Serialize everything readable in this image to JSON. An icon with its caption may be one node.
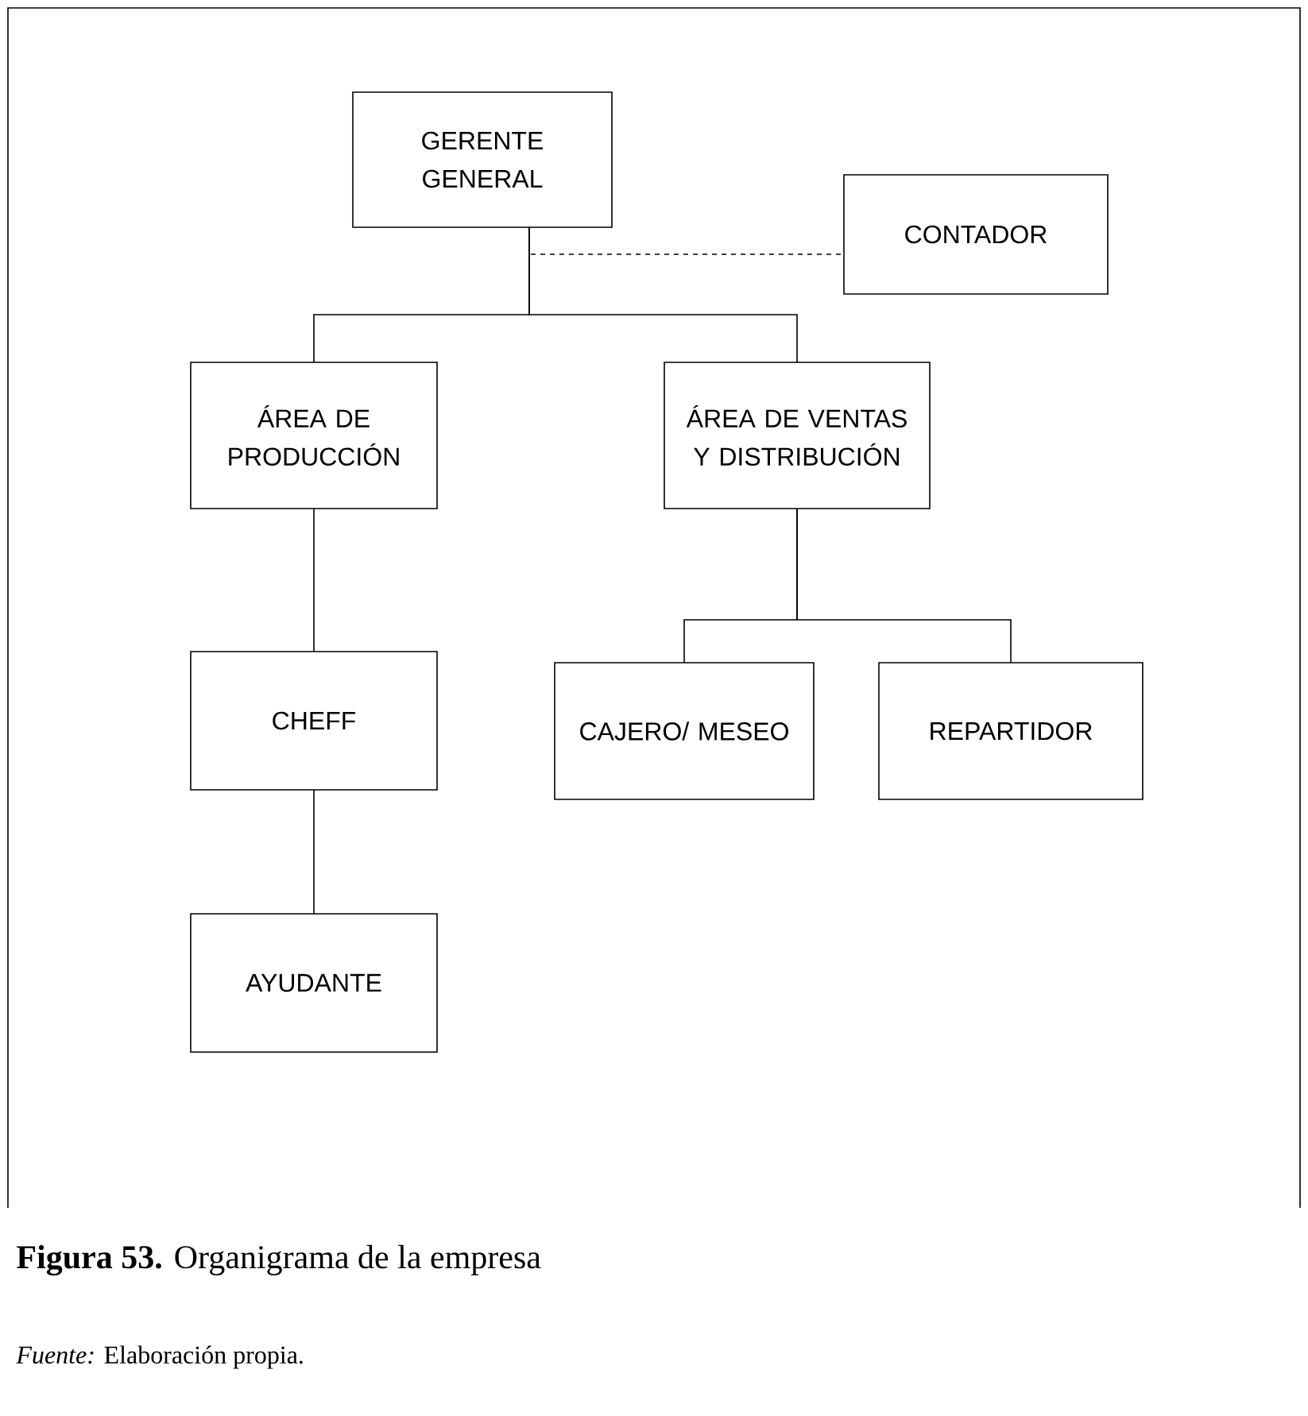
{
  "diagram": {
    "caption": "**Figura 53.** Organigrama de la empresa",
    "nodes": [
      {
        "text": [
          "GERENTE GENERAL"
        ]
      },
      {
        "text": [
          "CONTADOR"
        ]
      },
      {
        "text": [
          "ÁREA DE PRODUCCIÓN"
        ]
      },
      {
        "text": [
          "ÁREA DE VENTAS Y DISTRIBUCIÓN"
        ]
      },
      {
        "text": [
          "CHEFF"
        ]
      },
      {
        "text": [
          "CAJERO/ MESEO"
        ]
      },
      {
        "text": [
          "REPARTIDOR"
        ]
      },
      {
        "text": [
          "AYUDANTE"
        ]
      }
    ],
    "edges": [
      {
        "from": 0,
        "to": 1,
        "arrow": "none",
        "style": "dashed"
      },
      {
        "from": 0,
        "to": 2,
        "arrow": "none"
      },
      {
        "from": 0,
        "to": 3,
        "arrow": "none"
      },
      {
        "from": 3,
        "to": 5,
        "arrow": "none"
      },
      {
        "from": 3,
        "to": 6,
        "arrow": "none"
      },
      {
        "from": 2,
        "to": 4,
        "arrow": "none"
      },
      {
        "from": 4,
        "to": 7,
        "arrow": "none"
      }
    ],
    "labels": [
      "*Fuente:* Elaboración propia."
    ]
  }
}
